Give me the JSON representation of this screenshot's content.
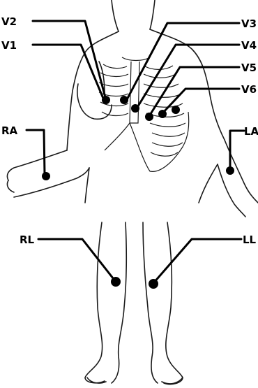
{
  "diagram": {
    "labels": {
      "v1": "V1",
      "v2": "V2",
      "v3": "V3",
      "v4": "V4",
      "v5": "V5",
      "v6": "V6",
      "ra": "RA",
      "la": "LA",
      "rl": "RL",
      "ll": "LL"
    },
    "colors": {
      "line": "#000000",
      "electrode": "#000000",
      "background": "#ffffff"
    }
  }
}
